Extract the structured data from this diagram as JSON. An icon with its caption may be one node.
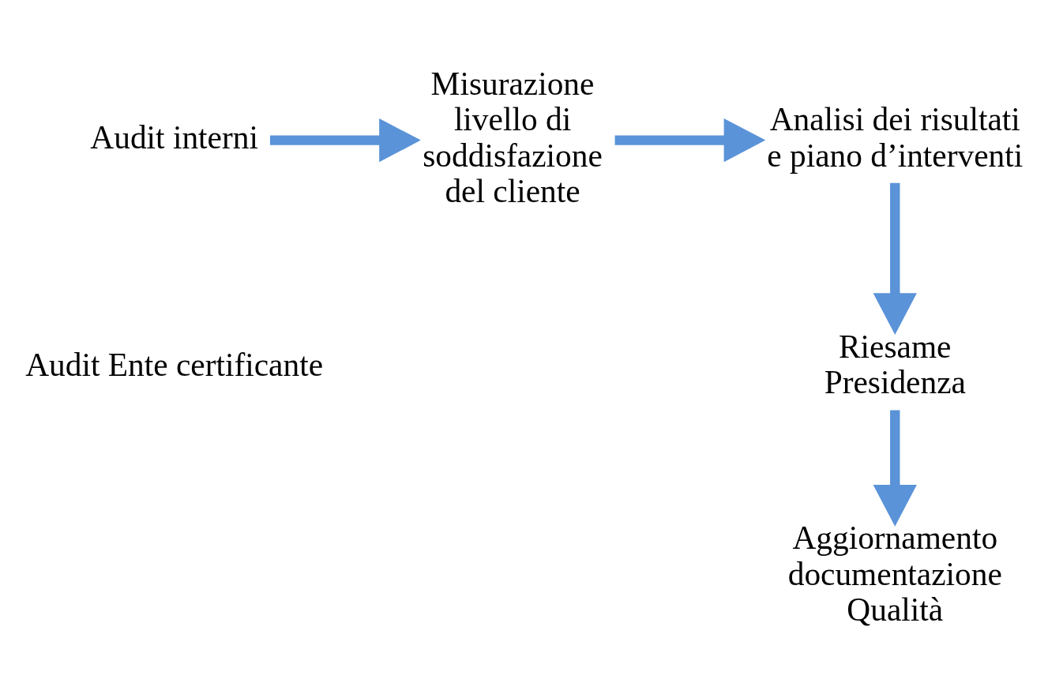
{
  "diagram": {
    "nodes": [
      {
        "text": [
          "Audit interni"
        ]
      },
      {
        "text": [
          "Misurazione livello di soddisfazione del cliente"
        ]
      },
      {
        "text": [
          "Analisi dei risultati e piano d’interventi"
        ]
      },
      {
        "text": [
          "Riesame Presidenza"
        ]
      },
      {
        "text": [
          "Aggiornamento documentazione Qualità"
        ]
      }
    ],
    "edges": [
      {
        "from": 0,
        "to": 1,
        "arrow": "to"
      },
      {
        "from": 1,
        "to": 2,
        "arrow": "to"
      },
      {
        "from": 2,
        "to": 3,
        "arrow": "to"
      },
      {
        "from": 3,
        "to": 4,
        "arrow": "to"
      }
    ],
    "labels": [
      "Audit Ente certificante"
    ]
  }
}
